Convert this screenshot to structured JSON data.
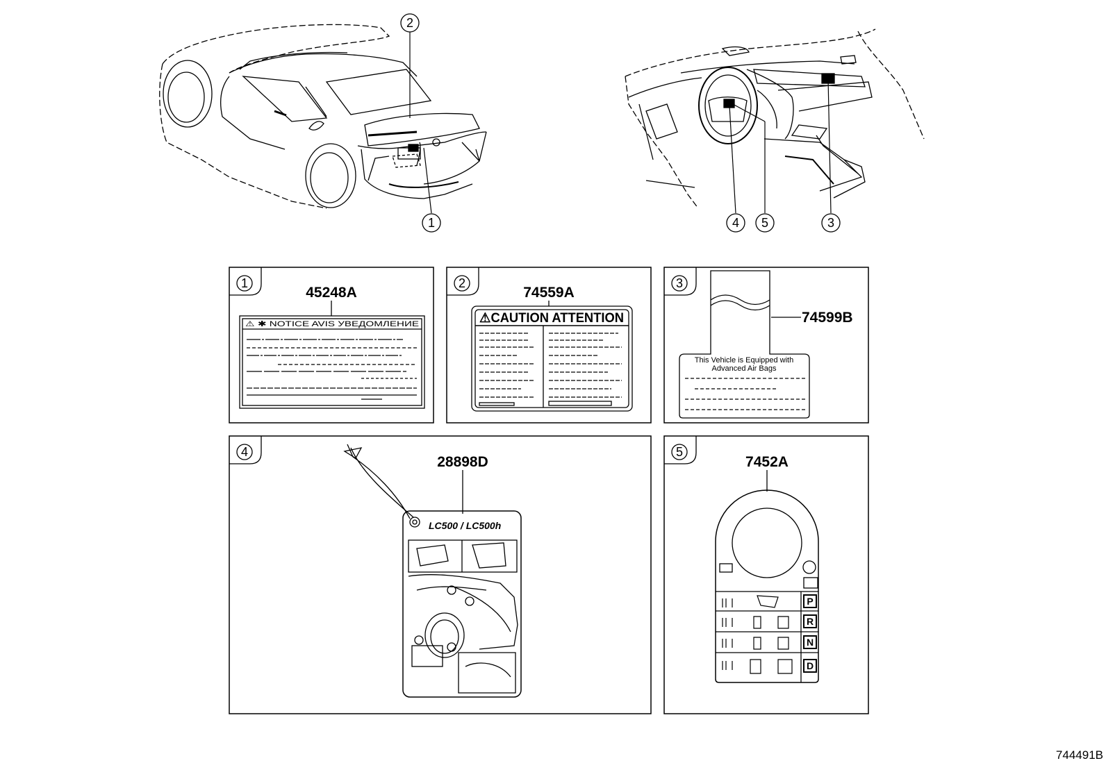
{
  "diagram_id": "744491B",
  "callout_numbers": {
    "c1": "1",
    "c2": "2",
    "c3": "3",
    "c4": "4",
    "c5": "5"
  },
  "panels": [
    {
      "number": "1",
      "part_number": "45248A",
      "label_text": "⚠ ✱ NOTICE  AVIS  УВЕДОМЛЕНИЕ"
    },
    {
      "number": "2",
      "part_number": "74559A",
      "label_text": "⚠CAUTION ATTENTION"
    },
    {
      "number": "3",
      "part_number": "74599B",
      "label_line1": "This Vehicle is Equipped with",
      "label_line2": "Advanced Air Bags"
    },
    {
      "number": "4",
      "part_number": "28898D",
      "label_text": "LC500 / LC500h"
    },
    {
      "number": "5",
      "part_number": "7452A",
      "gears": [
        "P",
        "R",
        "N",
        "D"
      ]
    }
  ]
}
